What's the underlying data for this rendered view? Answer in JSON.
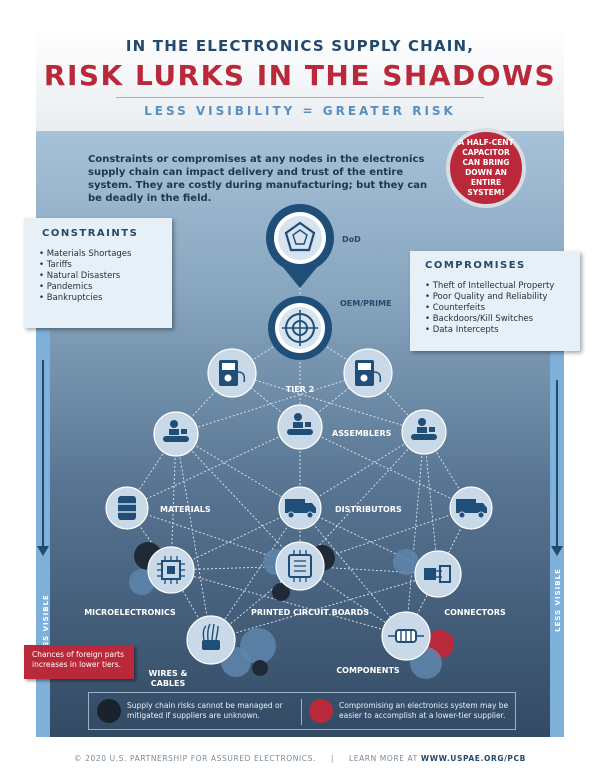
{
  "header": {
    "supertitle": "IN THE ELECTRONICS SUPPLY CHAIN,",
    "title": "RISK LURKS IN THE SHADOWS",
    "tagline": "LESS VISIBILITY = GREATER RISK"
  },
  "intro": "Constraints or compromises at any nodes in the electronics supply chain can impact delivery and trust of the entire system. They are costly during manufacturing; but they can be deadly in the field.",
  "badge": "A HALF-CENT CAPACITOR CAN BRING DOWN AN ENTIRE SYSTEM!",
  "constraints": {
    "title": "CONSTRAINTS",
    "items": [
      "Materials Shortages",
      "Tariffs",
      "Natural Disasters",
      "Pandemics",
      "Bankruptcies"
    ]
  },
  "compromises": {
    "title": "COMPROMISES",
    "items": [
      "Theft of Intellectual Property",
      "Poor Quality and Reliability",
      "Counterfeits",
      "Backdoors/Kill Switches",
      "Data Intercepts"
    ]
  },
  "nodes": {
    "dod": "DoD",
    "oem": "OEM/PRIME",
    "tier2": "TIER 2",
    "assemblers": "ASSEMBLERS",
    "materials": "MATERIALS",
    "distributors": "DISTRIBUTORS",
    "microelectronics": "MICROELECTRONICS",
    "pcb": "PRINTED CIRCUIT BOARDS",
    "connectors": "CONNECTORS",
    "wires_line1": "WIRES &",
    "wires_line2": "CABLES",
    "components": "COMPONENTS"
  },
  "side_label": "LESS VISIBLE",
  "foreign_note": "Chances of foreign parts increases in lower tiers.",
  "legend": {
    "dark_text": "Supply chain risks cannot be managed or mitigated if suppliers are unknown.",
    "red_text": "Compromising an electronics system may be easier to accomplish at a lower-tier supplier."
  },
  "footer": {
    "copyright": "© 2020 U.S. PARTNERSHIP FOR ASSURED ELECTRONICS.",
    "separator": "|",
    "learn": "LEARN MORE AT",
    "url": "WWW.USPAE.ORG/PCB"
  },
  "colors": {
    "navy": "#23496d",
    "red": "#b9293a",
    "light_blue": "#7fb0d9",
    "node_fill": "#c9d9e8"
  }
}
